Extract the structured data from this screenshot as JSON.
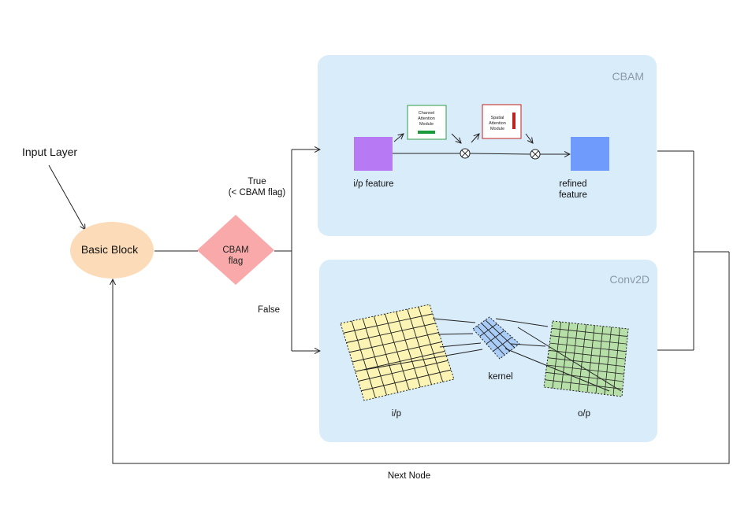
{
  "labels": {
    "input_layer": "Input Layer",
    "basic_block": "Basic Block",
    "cbam_flag_line1": "CBAM",
    "cbam_flag_line2": "flag",
    "true_line1": "True",
    "true_line2": "(< CBAM flag)",
    "false": "False",
    "next_node": "Next Node"
  },
  "cbam_panel": {
    "title": "CBAM",
    "input_label": "i/p feature",
    "output_line1": "refined",
    "output_line2": "feature",
    "channel_line1": "Channel",
    "channel_line2": "Attention",
    "channel_line3": "Module",
    "spatial_line1": "Spatial",
    "spatial_line2": "Attention",
    "spatial_line3": "Module"
  },
  "conv_panel": {
    "title": "Conv2D",
    "input_label": "i/p",
    "kernel_label": "kernel",
    "output_label": "o/p"
  },
  "colors": {
    "panel": "#d9ecfa",
    "basic_block": "#fcdcb8",
    "diamond": "#f9a9a9",
    "input_feature": "#b77af4",
    "refined_feature": "#6f9bfd",
    "channel_border": "#2e9b46",
    "spatial_border": "#c21f1f",
    "input_grid": "#fbf4b4",
    "kernel": "#aacdf7",
    "output_grid": "#b7dfa8"
  }
}
